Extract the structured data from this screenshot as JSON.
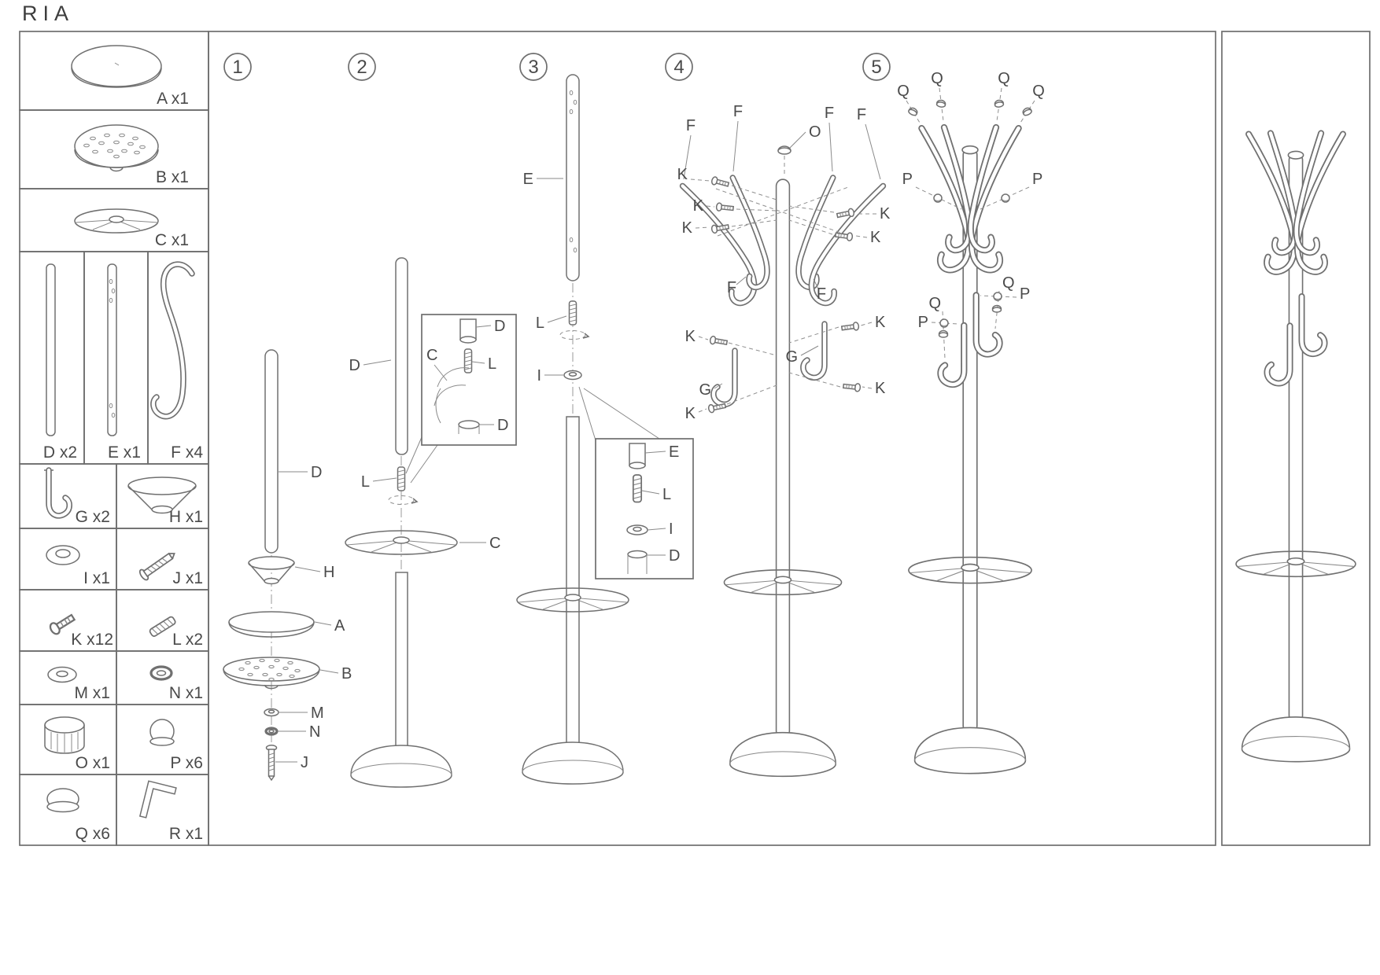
{
  "title": "RIA",
  "parts": [
    {
      "id": "A",
      "label": "A x1"
    },
    {
      "id": "B",
      "label": "B x1"
    },
    {
      "id": "C",
      "label": "C x1"
    },
    {
      "id": "D",
      "label": "D x2"
    },
    {
      "id": "E",
      "label": "E x1"
    },
    {
      "id": "F",
      "label": "F x4"
    },
    {
      "id": "G",
      "label": "G x2"
    },
    {
      "id": "H",
      "label": "H x1"
    },
    {
      "id": "I",
      "label": "I x1"
    },
    {
      "id": "J",
      "label": "J x1"
    },
    {
      "id": "K",
      "label": "K x12"
    },
    {
      "id": "L",
      "label": "L x2"
    },
    {
      "id": "M",
      "label": "M x1"
    },
    {
      "id": "N",
      "label": "N x1"
    },
    {
      "id": "O",
      "label": "O x1"
    },
    {
      "id": "P",
      "label": "P x6"
    },
    {
      "id": "Q",
      "label": "Q x6"
    },
    {
      "id": "R",
      "label": "R x1"
    }
  ],
  "steps": [
    {
      "number": "1"
    },
    {
      "number": "2"
    },
    {
      "number": "3"
    },
    {
      "number": "4"
    },
    {
      "number": "5"
    }
  ],
  "callouts": {
    "step1": [
      "D",
      "H",
      "A",
      "B",
      "M",
      "N",
      "J"
    ],
    "step2": [
      "D",
      "L",
      "C",
      "D",
      "C",
      "L",
      "D"
    ],
    "step3": [
      "E",
      "L",
      "I",
      "E",
      "L",
      "I",
      "D"
    ],
    "step4": [
      "F",
      "F",
      "O",
      "F",
      "F",
      "K",
      "K",
      "K",
      "K",
      "K",
      "F",
      "F",
      "K",
      "K",
      "G",
      "G",
      "K",
      "K"
    ],
    "step5": [
      "Q",
      "Q",
      "Q",
      "Q",
      "P",
      "P",
      "Q",
      "Q",
      "P",
      "P"
    ]
  }
}
